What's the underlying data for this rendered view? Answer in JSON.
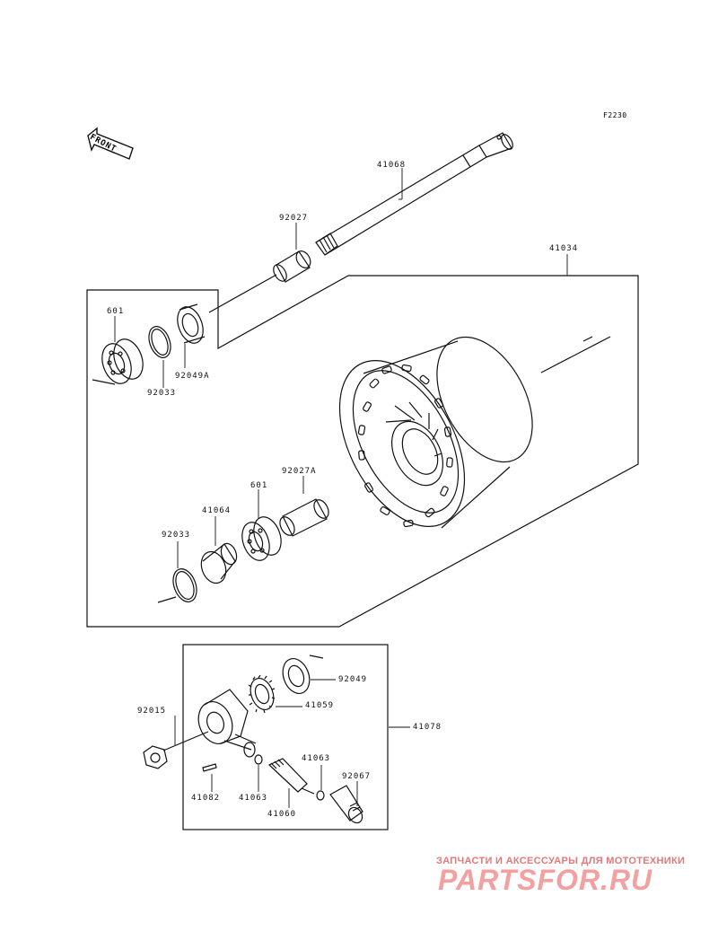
{
  "figure_code": "F2230",
  "front_marker": "FRONT",
  "labels": {
    "p41068": "41068",
    "p92027": "92027",
    "p41034": "41034",
    "p601a": "601",
    "p92049a": "92049A",
    "p92033a": "92033",
    "p92027a": "92027A",
    "p601b": "601",
    "p41064": "41064",
    "p92033b": "92033",
    "p92049": "92049",
    "p41059": "41059",
    "p92015": "92015",
    "p41078": "41078",
    "p41063a": "41063",
    "p92067": "92067",
    "p41082": "41082",
    "p41063b": "41063",
    "p41060": "41060"
  },
  "watermark": {
    "line1": "ЗАПЧАСТИ И АКСЕССУАРЫ ДЛЯ МОТОТЕХНИКИ",
    "line2": "PARTSFOR.RU"
  }
}
